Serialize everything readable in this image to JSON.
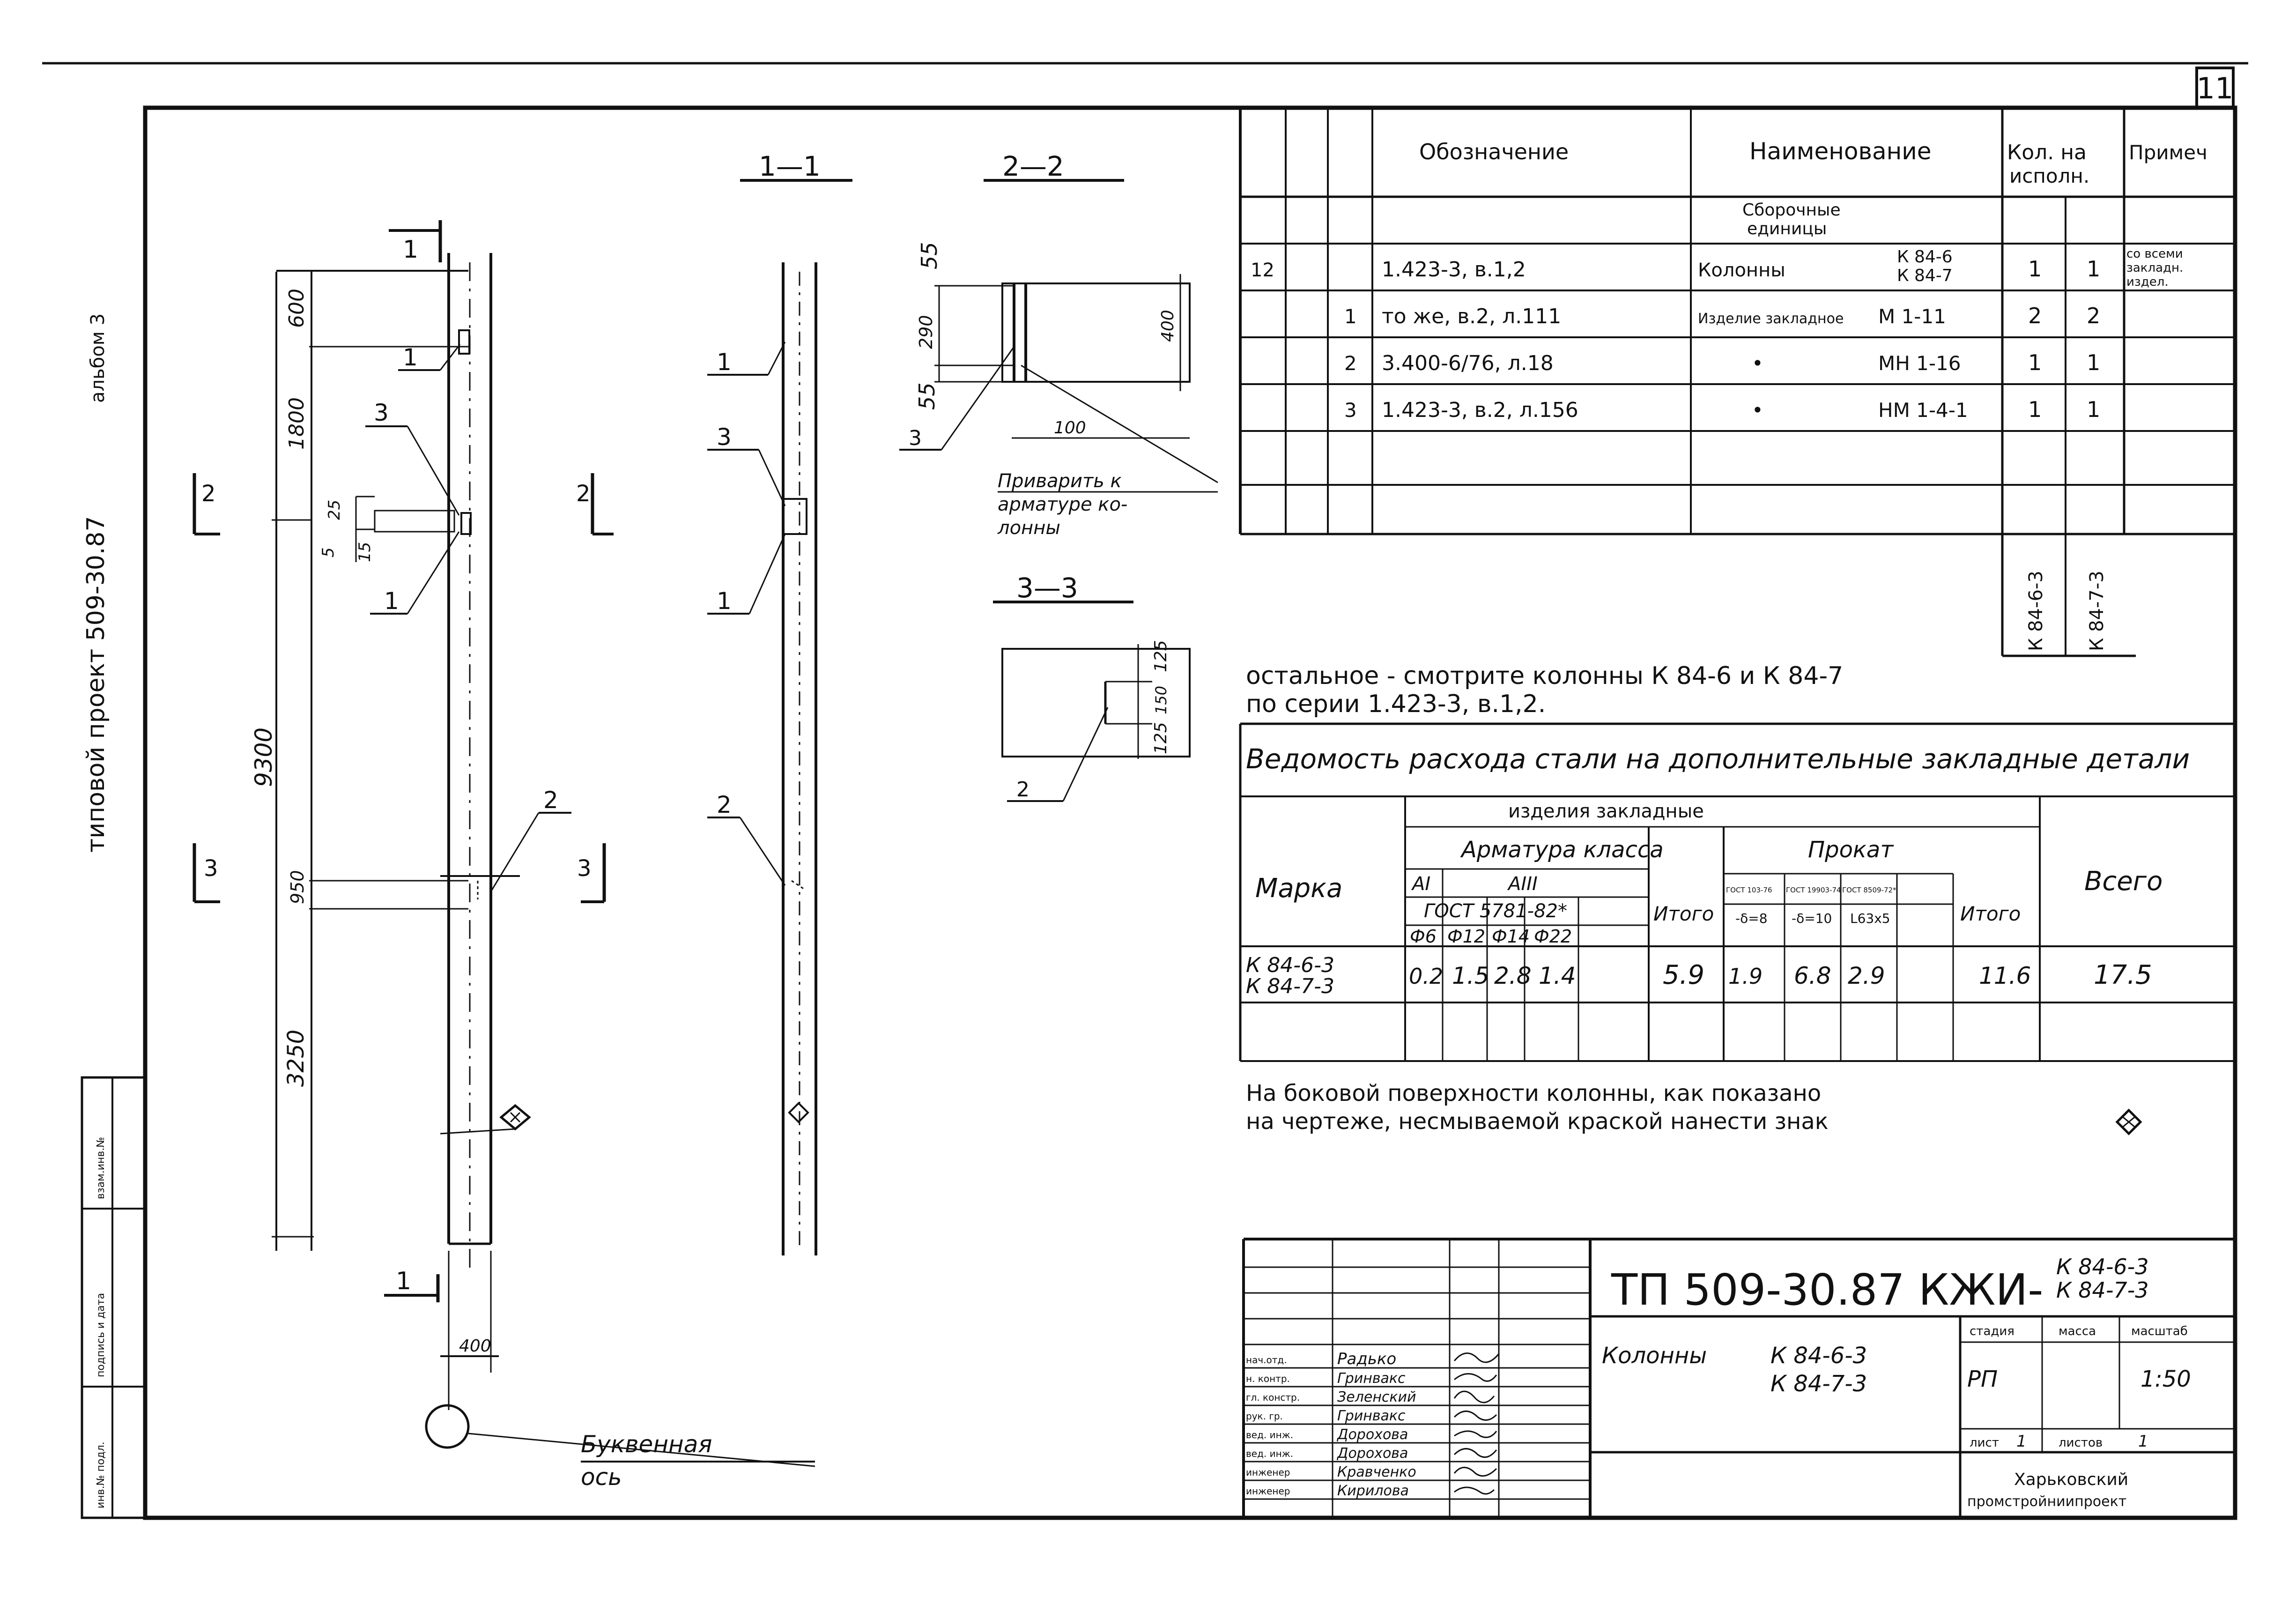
{
  "sheet": {
    "number": "11",
    "side_stamp": {
      "album": "альбом 3",
      "project": "типовой проект 509-30.87"
    },
    "left_stamp": [
      "инв.№ подл.",
      "подпись и дата",
      "взам.инв.№"
    ]
  },
  "drawing": {
    "main": {
      "section_marks": [
        "1",
        "1",
        "2",
        "2",
        "3",
        "3"
      ],
      "dims": [
        "600",
        "1800",
        "25",
        "5",
        "15",
        "9300",
        "950",
        "3250",
        "400"
      ],
      "callouts": [
        "1",
        "3",
        "1",
        "2"
      ],
      "axis_label": [
        "Буквенная",
        "ось"
      ]
    },
    "sec11": {
      "title": "1—1",
      "callouts": [
        "1",
        "3",
        "1",
        "2"
      ]
    },
    "sec22": {
      "title": "2—2",
      "dims": [
        "55",
        "290",
        "55",
        "400",
        "100"
      ],
      "callout": "3",
      "note": [
        "Приварить к",
        "арматуре ко-",
        "лонны"
      ]
    },
    "sec33": {
      "title": "3—3",
      "dims": [
        "125",
        "150",
        "125"
      ],
      "callout": "2"
    }
  },
  "spec": {
    "headers": {
      "designation": "Обозначение",
      "name": "Наименование",
      "qty": [
        "Кол. на",
        "исполн."
      ],
      "note": "Примеч"
    },
    "group": [
      "Сборочные",
      "единицы"
    ],
    "rows": [
      {
        "pos": "12",
        "sub": "",
        "designation": "1.423-3, в.1,2",
        "name": "Колонны",
        "mark": [
          "К 84-6",
          "К 84-7"
        ],
        "q1": "1",
        "q2": "1",
        "note": [
          "со всеми",
          "закладн.",
          "издел."
        ]
      },
      {
        "pos": "",
        "sub": "1",
        "designation": "то же, в.2, л.111",
        "name": "Изделие закладное",
        "mark": [
          "М 1-11"
        ],
        "q1": "2",
        "q2": "2",
        "note": []
      },
      {
        "pos": "",
        "sub": "2",
        "designation": "3.400-6/76, л.18",
        "name": "•",
        "mark": [
          "МН 1-16"
        ],
        "q1": "1",
        "q2": "1",
        "note": []
      },
      {
        "pos": "",
        "sub": "3",
        "designation": "1.423-3, в.2, л.156",
        "name": "•",
        "mark": [
          "НМ 1-4-1"
        ],
        "q1": "1",
        "q2": "1",
        "note": []
      }
    ],
    "exec_labels": [
      "К 84-6-3",
      "К 84-7-3"
    ]
  },
  "rest_note": [
    "остальное - смотрите колонны К 84-6 и К 84-7",
    "по серии 1.423-3, в.1,2."
  ],
  "steel": {
    "title": "Ведомость расхода стали на дополнительные закладные детали",
    "h_items": "изделия    закладные",
    "h_rebar": "Арматура класса",
    "h_rolled": "Прокат",
    "h_mark": "Марка",
    "h_total": "Всего",
    "h_ai": "АI",
    "h_aiii": "АIII",
    "h_gost": "ГОСТ 5781-82*",
    "h_itogo1": "Итого",
    "h_itogo2": "Итого",
    "dia": [
      "Ф6",
      "Ф12",
      "Ф14",
      "Ф22"
    ],
    "rolled_gost": [
      "ГОСТ 103-76",
      "ГОСТ 19903-74",
      "ГОСТ 8509-72*"
    ],
    "rolled_size": [
      "-δ=8",
      "-δ=10",
      "L63x5"
    ],
    "row": {
      "mark": [
        "К 84-6-3",
        "К 84-7-3"
      ],
      "values": [
        "0.2",
        "1.5",
        "2.8",
        "1.4",
        "5.9",
        "1.9",
        "6.8",
        "2.9",
        "",
        "11.6",
        "17.5"
      ]
    }
  },
  "marking_note": [
    "На боковой поверхности колонны, как показано",
    "на чертеже, несмываемой краской нанести знак"
  ],
  "title_block": {
    "code": "ТП 509-30.87 КЖИ-",
    "code_marks": [
      "К 84-6-3",
      "К 84-7-3"
    ],
    "object_name": "Колонны",
    "object_marks": [
      "К 84-6-3",
      "К 84-7-3"
    ],
    "stage_h": "стадия",
    "mass_h": "масса",
    "scale_h": "масштаб",
    "stage": "РП",
    "mass": "",
    "scale": "1:50",
    "sheet_l": "лист",
    "sheet_v": "1",
    "sheets_l": "листов",
    "sheets_v": "1",
    "org": [
      "Харьковский",
      "промстройниипроект"
    ],
    "people": [
      {
        "role": "нач.отд.",
        "name": "Радько"
      },
      {
        "role": "н. контр.",
        "name": "Гринвакс"
      },
      {
        "role": "гл. констр.",
        "name": "Зеленский"
      },
      {
        "role": "рук. гр.",
        "name": "Гринвакс"
      },
      {
        "role": "вед. инж.",
        "name": "Дорохова"
      },
      {
        "role": "вед. инж.",
        "name": "Дорохова"
      },
      {
        "role": "инженер",
        "name": "Кравченко"
      },
      {
        "role": "инженер",
        "name": "Кирилова"
      }
    ]
  }
}
